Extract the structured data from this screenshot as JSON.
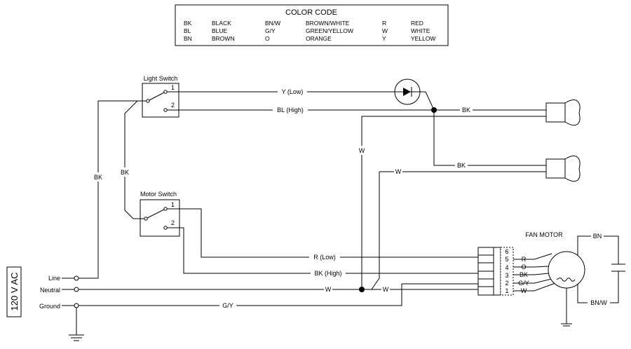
{
  "color_code": {
    "title": "COLOR CODE",
    "entries": [
      {
        "abbr": "BK",
        "name": "BLACK"
      },
      {
        "abbr": "BL",
        "name": "BLUE"
      },
      {
        "abbr": "BN",
        "name": "BROWN"
      },
      {
        "abbr": "BN/W",
        "name": "BROWN/WHITE"
      },
      {
        "abbr": "G/Y",
        "name": "GREEN/YELLOW"
      },
      {
        "abbr": "O",
        "name": "ORANGE"
      },
      {
        "abbr": "R",
        "name": "RED"
      },
      {
        "abbr": "W",
        "name": "WHITE"
      },
      {
        "abbr": "Y",
        "name": "YELLOW"
      }
    ]
  },
  "components": {
    "light_switch": "Light Switch",
    "motor_switch": "Motor Switch",
    "fan_motor": "FAN MOTOR",
    "supply": "120 V AC",
    "line": "Line",
    "neutral": "Neutral",
    "ground": "Ground"
  },
  "switch_terminals": [
    "1",
    "2"
  ],
  "connector_pins": [
    "6",
    "5",
    "4",
    "3",
    "2",
    "1"
  ],
  "wire_labels": {
    "y_low": "Y (Low)",
    "bl_high": "BL (High)",
    "bk_lamp_top": "BK",
    "bk_lamp_bottom": "BK",
    "w_lamp": "W",
    "w_vertical": "W",
    "bk_line": "BK",
    "bk_switch_link": "BK",
    "r_low": "R (Low)",
    "bk_high": "BK (High)",
    "w_neutral": "W",
    "w_neutral_right": "W",
    "gy_ground": "G/Y",
    "motor_r": "R",
    "motor_o": "O",
    "motor_bk": "BK",
    "motor_gy": "G/Y",
    "motor_w": "W",
    "bn_top": "BN",
    "bn_w_bottom": "BN/W"
  }
}
